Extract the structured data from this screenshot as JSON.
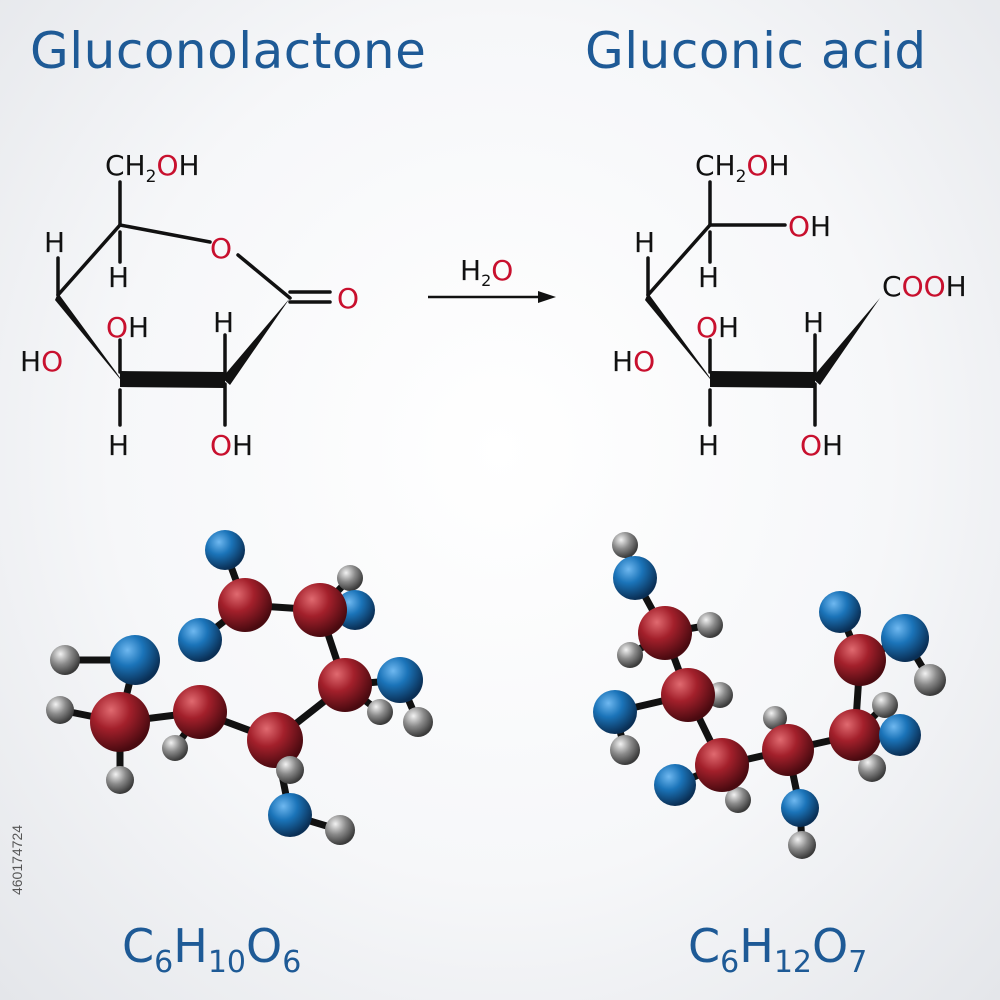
{
  "titles": {
    "left": "Gluconolactone",
    "right": "Gluconic acid"
  },
  "reaction": {
    "reagent_main": "H",
    "reagent_sub": "2",
    "reagent_tail": "O"
  },
  "formulas": {
    "left": [
      {
        "t": "C",
        "sub": false
      },
      {
        "t": "6",
        "sub": true
      },
      {
        "t": "H",
        "sub": false
      },
      {
        "t": "10",
        "sub": true
      },
      {
        "t": "O",
        "sub": false
      },
      {
        "t": "6",
        "sub": true
      }
    ],
    "right": [
      {
        "t": "C",
        "sub": false
      },
      {
        "t": "6",
        "sub": true
      },
      {
        "t": "H",
        "sub": false
      },
      {
        "t": "12",
        "sub": true
      },
      {
        "t": "O",
        "sub": false
      },
      {
        "t": "7",
        "sub": true
      }
    ]
  },
  "stock_id": "460174724",
  "colors": {
    "title": "#1e5a96",
    "bond": "#111111",
    "oxygen_label": "#c8102e",
    "carbon_atom": "#a3202b",
    "oxygen_atom": "#1b74b9",
    "hydrogen_atom": "#8a8a8a"
  }
}
